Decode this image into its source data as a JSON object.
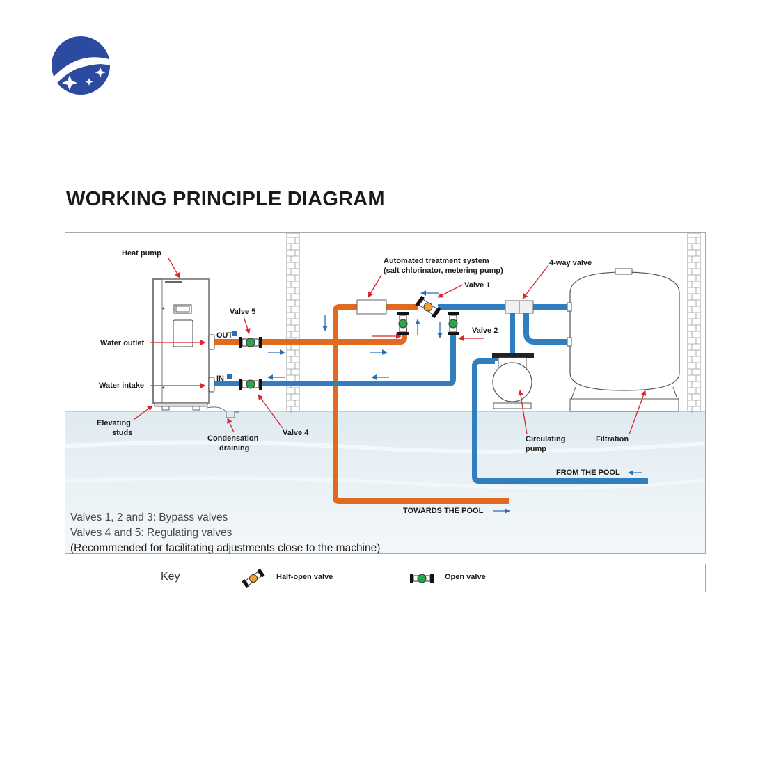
{
  "title": "WORKING PRINCIPLE DIAGRAM",
  "labels": {
    "heat_pump": "Heat pump",
    "water_outlet": "Water outlet",
    "water_intake": "Water intake",
    "elevating_studs_1": "Elevating",
    "elevating_studs_2": "studs",
    "condensation_1": "Condensation",
    "condensation_2": "draining",
    "valve5": "Valve 5",
    "valve4": "Valve 4",
    "valve1": "Valve 1",
    "valve2": "Valve 2",
    "automated_1": "Automated treatment system",
    "automated_2": "(salt chlorinator, metering pump)",
    "four_way": "4-way valve",
    "circulating_1": "Circulating",
    "circulating_2": "pump",
    "filtration": "Filtration",
    "from_pool": "FROM THE POOL",
    "towards_pool": "TOWARDS THE POOL",
    "out": "OUT",
    "in": "IN"
  },
  "notes": [
    "Valves 1, 2 and 3: Bypass valves",
    "Valves 4 and 5: Regulating valves",
    "(Recommended for facilitating adjustments close to the machine)"
  ],
  "key": {
    "label": "Key",
    "half_open": "Half-open valve",
    "open": "Open valve"
  },
  "colors": {
    "hot_pipe": "#e06a1f",
    "cold_pipe": "#2f7fc0",
    "valve_green": "#2aa64a",
    "arrow_red": "#d9262b",
    "arrow_blue": "#2b6fb0",
    "logo_blue": "#2b4aa0"
  }
}
